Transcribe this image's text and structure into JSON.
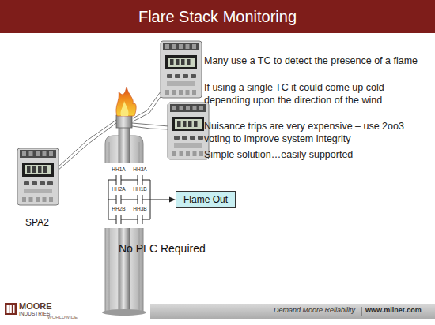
{
  "diagram": {
    "title": "Flare Stack Monitoring",
    "nodes": [
      {
        "text": [
          "Flame Out"
        ]
      }
    ],
    "labels": [
      "SPA2",
      "HH1A",
      "HH3A",
      "HH2A",
      "HH1B",
      "HH2B",
      "HH3B",
      "No PLC Required",
      "Many use a TC to detect the presence of a flame",
      "If using a single TC it could come up cold depending upon the direction of the wind",
      "Nuisance trips are very expensive – use 2oo3 voting to improve system integrity",
      "Simple solution…easily supported",
      "MOORE",
      "INDUSTRIES",
      "WORLDWIDE",
      "Demand Moore Reliability",
      "www.miinet.com"
    ]
  }
}
